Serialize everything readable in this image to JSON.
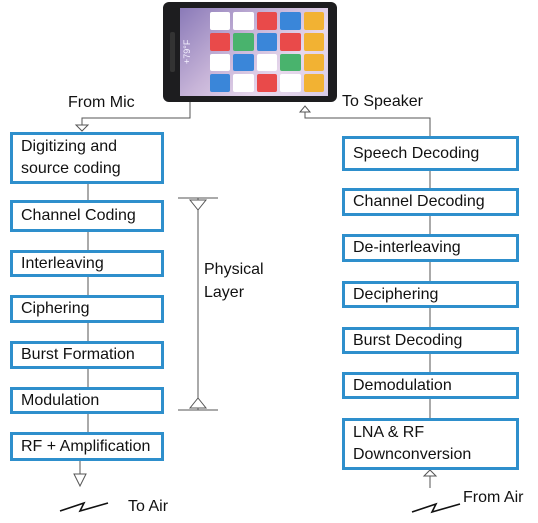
{
  "labels": {
    "from_mic": "From Mic",
    "to_speaker": "To Speaker",
    "to_air": "To Air",
    "from_air": "From Air",
    "physical_layer": "Physical\nLayer",
    "phone_status": "+79°F"
  },
  "transmit_chain": [
    "Digitizing and\nsource coding",
    "Channel Coding",
    "Interleaving",
    "Ciphering",
    "Burst Formation",
    "Modulation",
    "RF + Amplification"
  ],
  "receive_chain": [
    "Speech Decoding",
    "Channel Decoding",
    "De-interleaving",
    "Deciphering",
    "Burst  Decoding",
    "Demodulation",
    "LNA & RF\nDownconversion"
  ],
  "colors": {
    "box_border": "#2e8fcc",
    "line": "#555555"
  },
  "icons": [
    "phone-image",
    "antenna-zigzag-icon",
    "arrow-down-icon",
    "arrow-up-icon"
  ]
}
